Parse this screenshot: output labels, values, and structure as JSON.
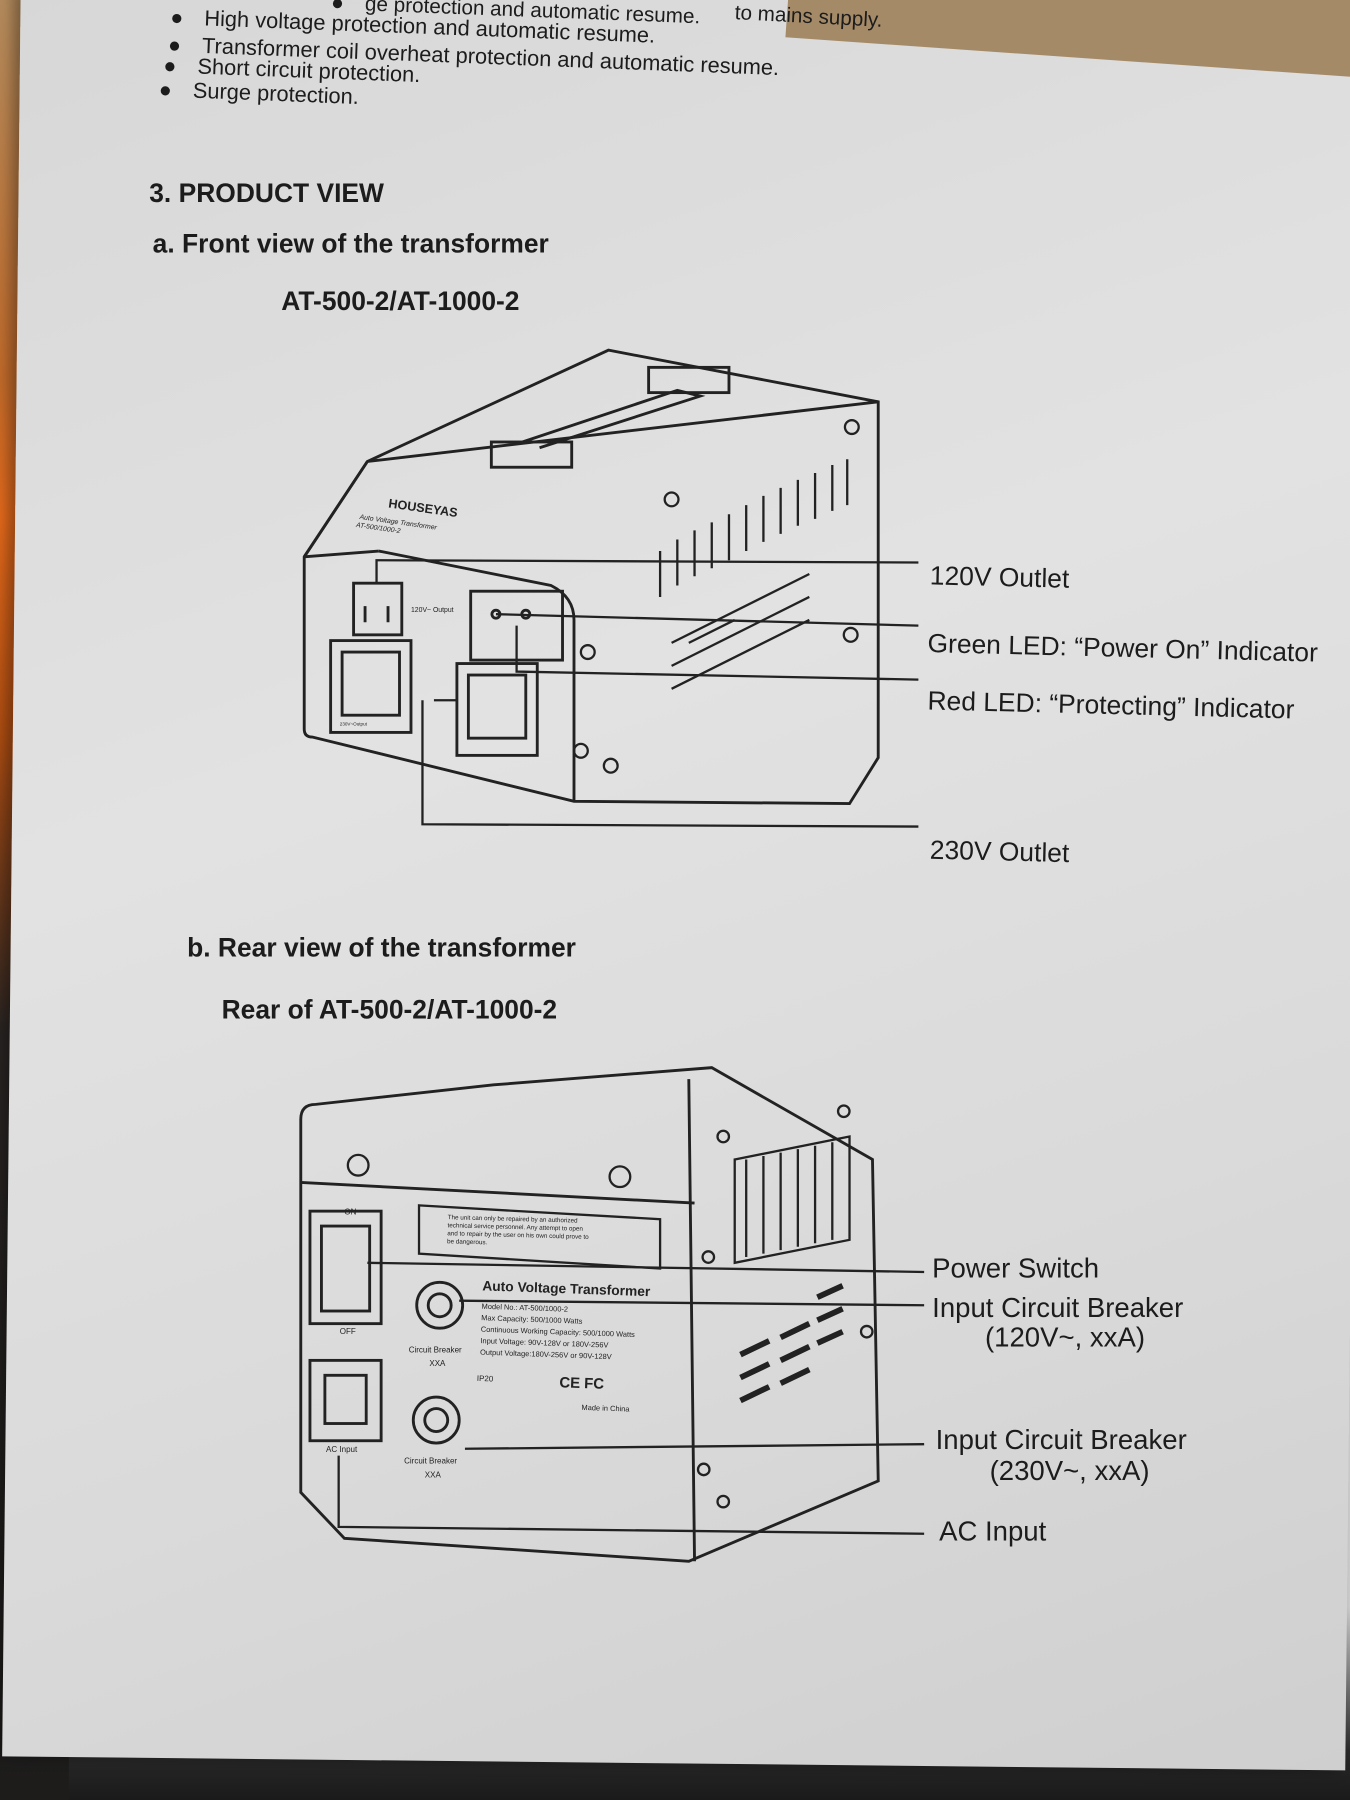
{
  "bullets": {
    "partial_top": "ge protection and automatic resume.",
    "partial_right": "to mains supply.",
    "items": [
      "High voltage protection and automatic resume.",
      "Transformer coil overheat protection and automatic resume.",
      "Short circuit protection.",
      "Surge protection."
    ]
  },
  "section": {
    "title": "3. PRODUCT VIEW"
  },
  "front": {
    "heading": "a. Front view of the transformer",
    "model": "AT-500-2/AT-1000-2",
    "brand": "HOUSEYAS",
    "brand_sub": "Auto Voltage Transformer",
    "brand_model": "AT-500/1000-2",
    "outlet_120_label": "120V~ Output",
    "outlet_230_label": "230V~Output",
    "callouts": [
      "120V Outlet",
      "Green LED: “Power On” Indicator",
      "Red LED: “Protecting” Indicator",
      "230V Outlet"
    ]
  },
  "rear": {
    "heading": "b. Rear view of the transformer",
    "model": "Rear of AT-500-2/AT-1000-2",
    "on": "ON",
    "off": "OFF",
    "ac_input": "AC Input",
    "breaker": "Circuit Breaker",
    "breaker_rating": "XXA",
    "warning": [
      "The unit can only be repaired by an authorized",
      "technical service personnel. Any attempt to open",
      "and to repair by the user on his own could prove to",
      "be dangerous."
    ],
    "plate_title": "Auto Voltage Transformer",
    "plate_lines": [
      "Model No.: AT-500/1000-2",
      "Max Capacity: 500/1000 Watts",
      "Continuous Working Capacity: 500/1000 Watts",
      "Input Voltage: 90V-128V or 180V-256V",
      "Output Voltage:180V-256V or 90V-128V"
    ],
    "ip": "IP20",
    "certs": "CE FC",
    "made_in": "Made in China",
    "callouts": {
      "power_switch": "Power Switch",
      "breaker_120": "Input Circuit Breaker",
      "breaker_120_rating": "(120V~, xxA)",
      "breaker_230": "Input Circuit Breaker",
      "breaker_230_rating": "(230V~, xxA)",
      "ac_input": "AC Input"
    }
  }
}
